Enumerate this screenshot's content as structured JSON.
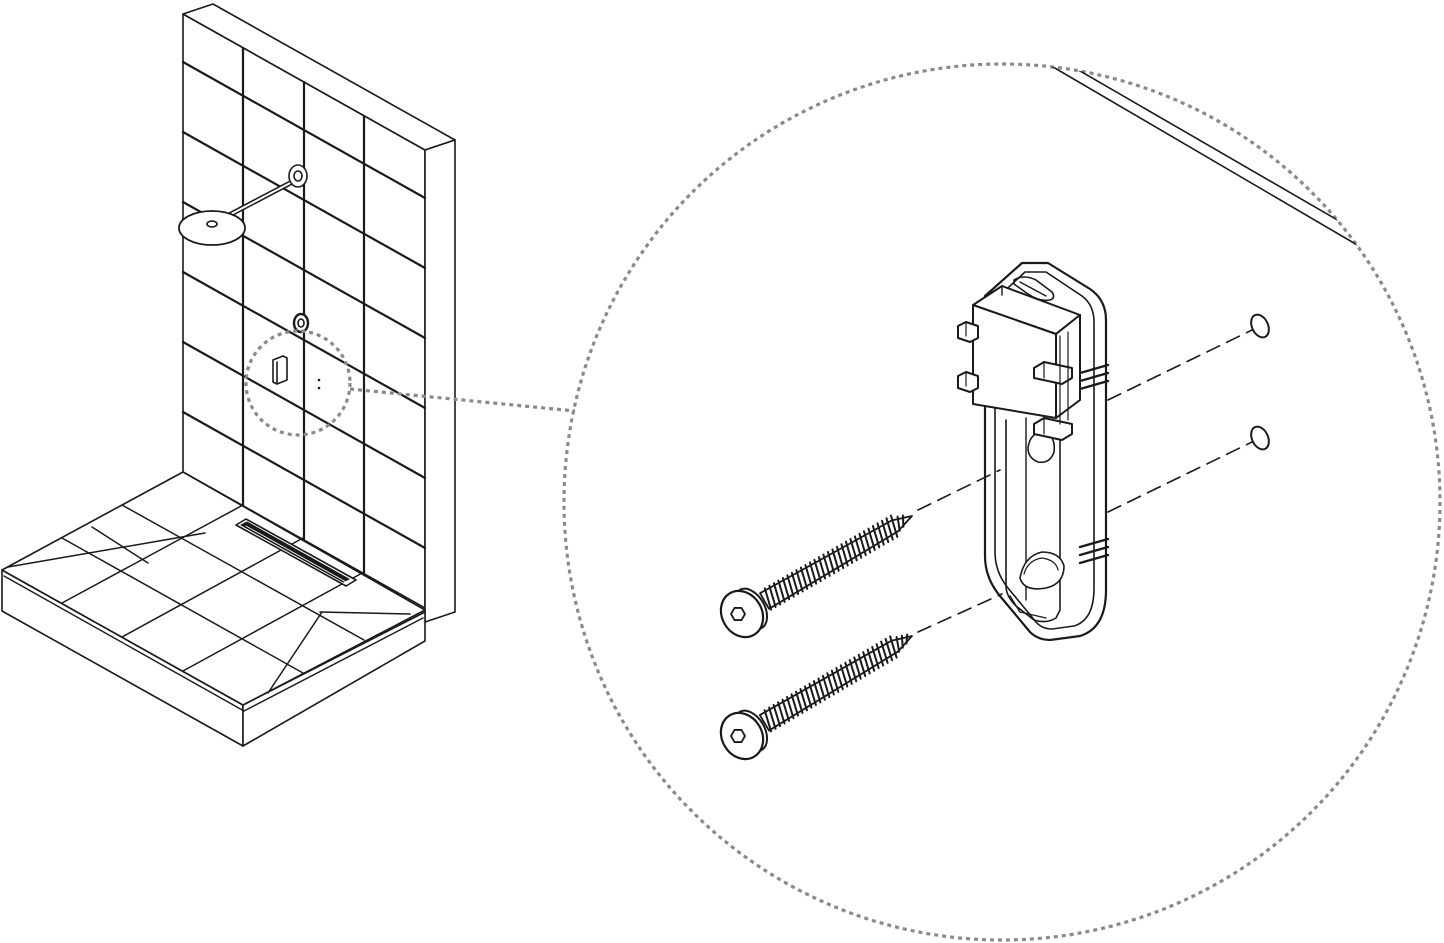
{
  "diagram": {
    "line_color": "#1a1a1a",
    "callout_color": "#8a8a8a",
    "background": "#ffffff",
    "components": [
      "shower-enclosure",
      "tiled-back-wall",
      "rain-shower-head",
      "wall-outlet",
      "wall-mounted-holder",
      "linear-floor-drain",
      "wall-bracket",
      "screw",
      "screw",
      "wall-plug",
      "wall-plug"
    ]
  }
}
